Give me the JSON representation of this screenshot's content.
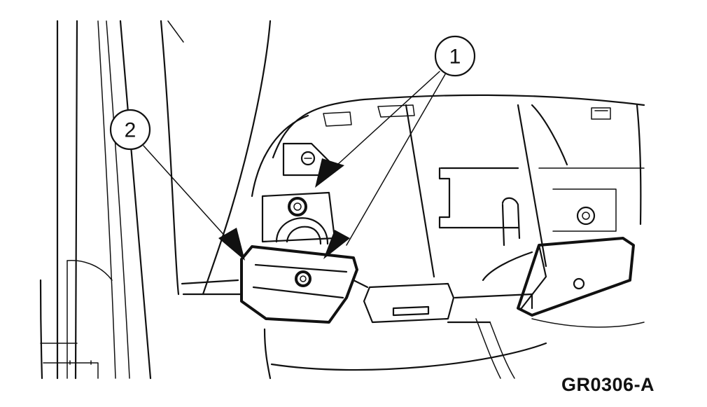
{
  "callouts": [
    {
      "id": "callout-1",
      "label": "1"
    },
    {
      "id": "callout-2",
      "label": "2"
    }
  ],
  "figure_id": "GR0306-A"
}
